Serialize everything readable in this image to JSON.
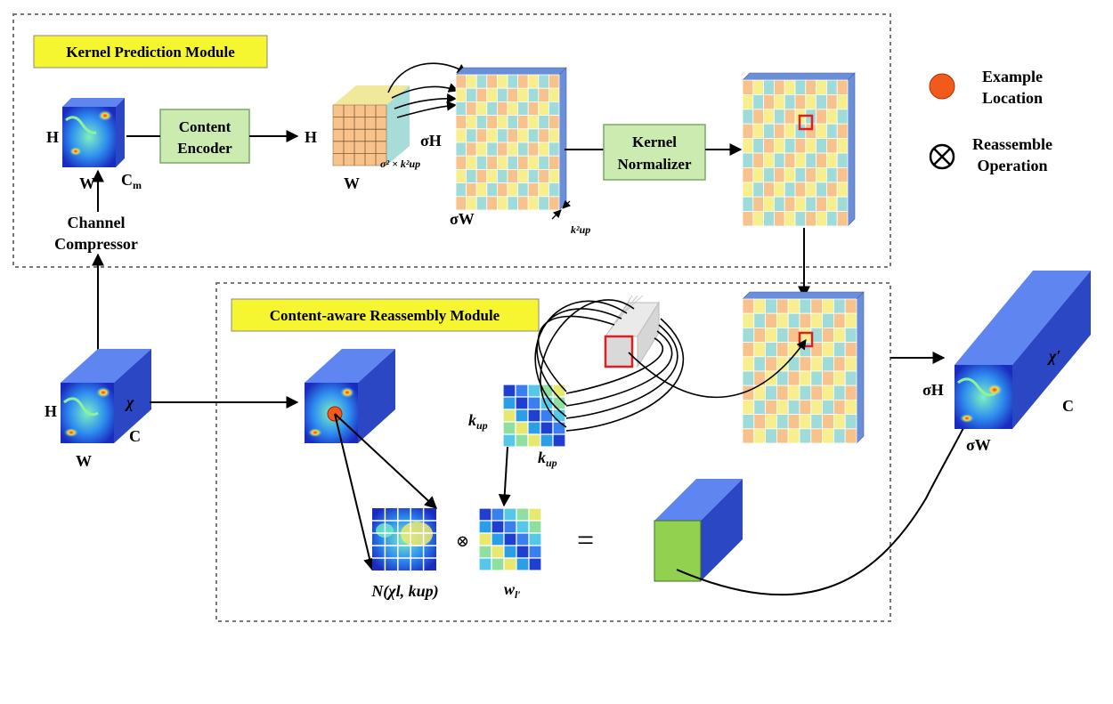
{
  "modules": {
    "kpm_title": "Kernel Prediction Module",
    "carm_title": "Content-aware Reassembly Module"
  },
  "components": {
    "encoder_line1": "Content",
    "encoder_line2": "Encoder",
    "normalizer_line1": "Kernel",
    "normalizer_line2": "Normalizer",
    "compressor_line1": "Channel",
    "compressor_line2": "Compressor"
  },
  "legend": {
    "location_line1": "Example",
    "location_line2": "Location",
    "reassemble_line1": "Reassemble",
    "reassemble_line2": "Operation"
  },
  "labels": {
    "H": "H",
    "W": "W",
    "C": "C",
    "Cm": "C",
    "Cm_sub": "m",
    "sigmaH": "σH",
    "sigmaW": "σW",
    "chi": "χ",
    "chi_prime": "χ′",
    "channels_expr": "σ² × k²up",
    "kup": "k",
    "kup_sub": "up",
    "kup2": "k²up",
    "neighborhood": "N(χl, kup)",
    "weights": "w",
    "weights_sub": "l′",
    "otimes": "⊗",
    "equals": "="
  },
  "colors": {
    "cube_blue": "#3b5fe0",
    "cube_blue_dark": "#2b47c4",
    "cube_blue_light": "#5f86f0",
    "kernel_orange": "#f8c28c",
    "kernel_yellow": "#f7ef8e",
    "kernel_teal": "#9fdcd9",
    "box_green": "#ccebb0",
    "title_yellow": "#f5f530",
    "location_red": "#f25a1d",
    "highlight_red": "#e31d1d",
    "vector_green": "#92d050"
  }
}
